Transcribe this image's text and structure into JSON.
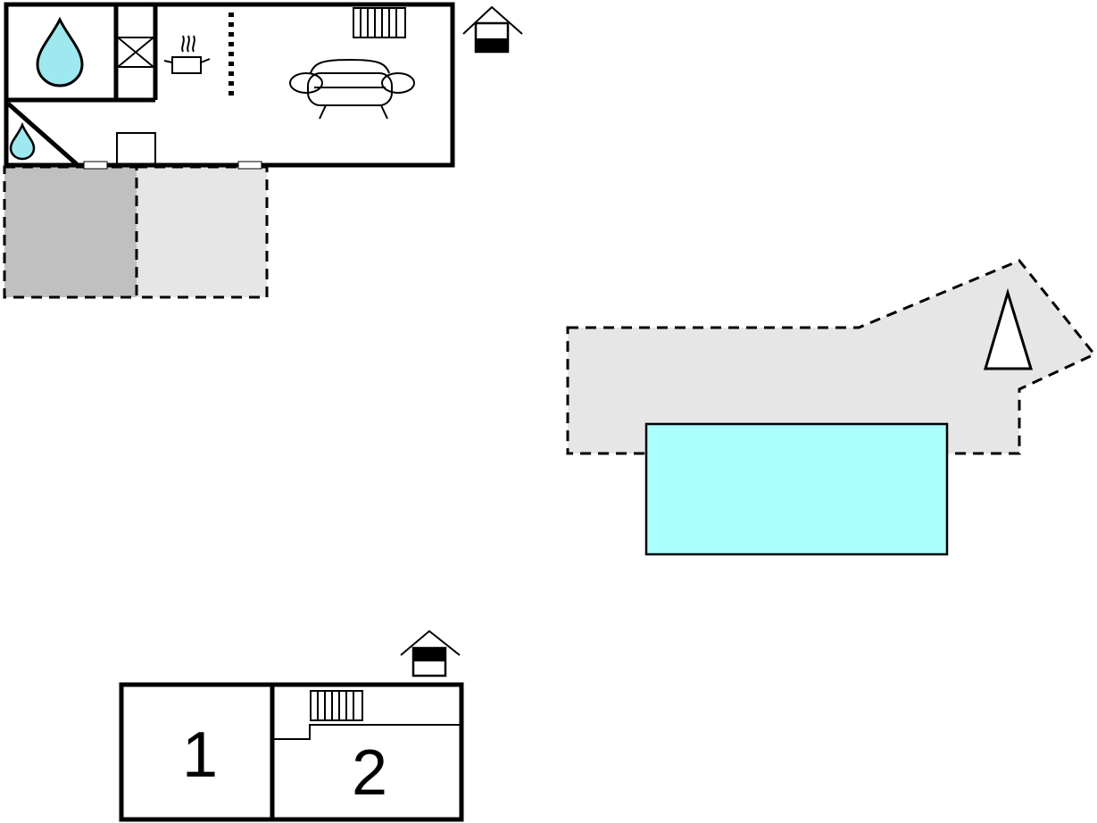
{
  "plan": {
    "colors": {
      "water": "#9ee8f0",
      "pool": "#aaffff",
      "terrace_light": "#e6e6e6",
      "terrace_dark": "#c0c0c0",
      "wall": "#000000"
    },
    "ground_floor": {
      "icons": [
        "floor-level-icon",
        "water-drop-icon",
        "water-drop-icon",
        "cooking-pot-icon",
        "sofa-icon",
        "radiator-icon",
        "stairs-icon",
        "toilet-icon"
      ]
    },
    "upper_floor": {
      "rooms": [
        {
          "label": "1"
        },
        {
          "label": "2"
        }
      ],
      "icons": [
        "floor-level-icon",
        "radiator-icon"
      ]
    },
    "outdoor": {
      "icons": [
        "pool-icon",
        "parasol-icon",
        "terrace-area"
      ]
    }
  }
}
